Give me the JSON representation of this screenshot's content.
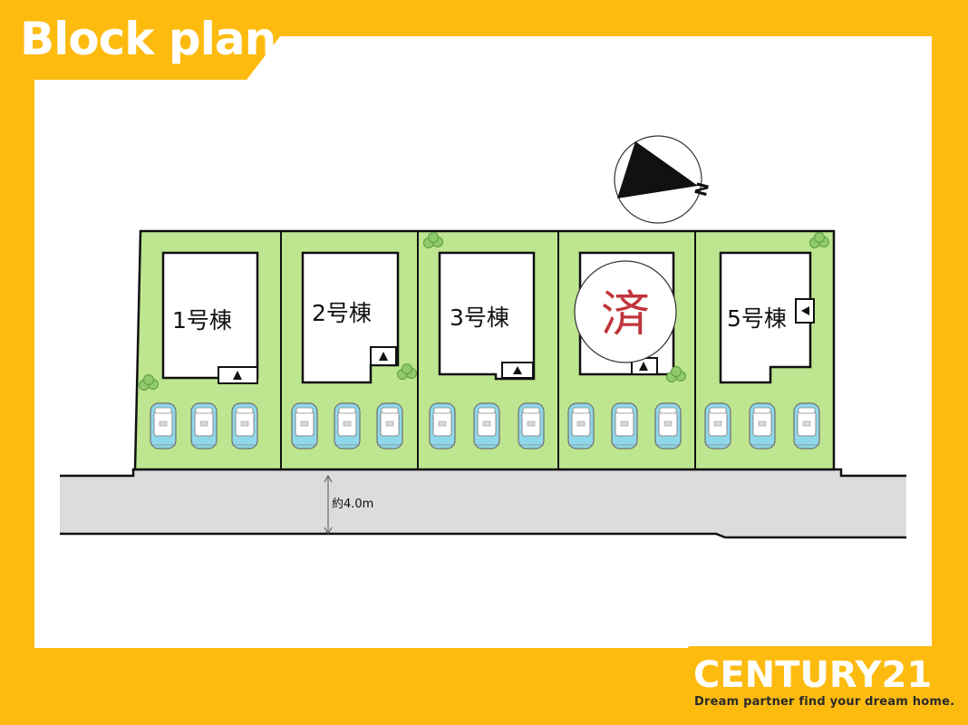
{
  "header": {
    "title": "Block plan"
  },
  "brand": {
    "name": "CENTURY21",
    "tagline": "Dream partner find your dream home."
  },
  "compass": {
    "label": "N"
  },
  "road": {
    "width_label": "約4.0m"
  },
  "lots": [
    {
      "label": "1号棟",
      "sold": false
    },
    {
      "label": "2号棟",
      "sold": false
    },
    {
      "label": "3号棟",
      "sold": false
    },
    {
      "label": "",
      "sold": true,
      "sold_mark": "済"
    },
    {
      "label": "5号棟",
      "sold": false
    }
  ],
  "parking_per_lot": 3,
  "colors": {
    "frame": "#FDBB0F",
    "lot_green": "#BEE590",
    "road_gray": "#DCDCDC",
    "car_blue": "#8FD7EA",
    "tree": "#8FCB6A",
    "sold_red": "#C0343B"
  }
}
